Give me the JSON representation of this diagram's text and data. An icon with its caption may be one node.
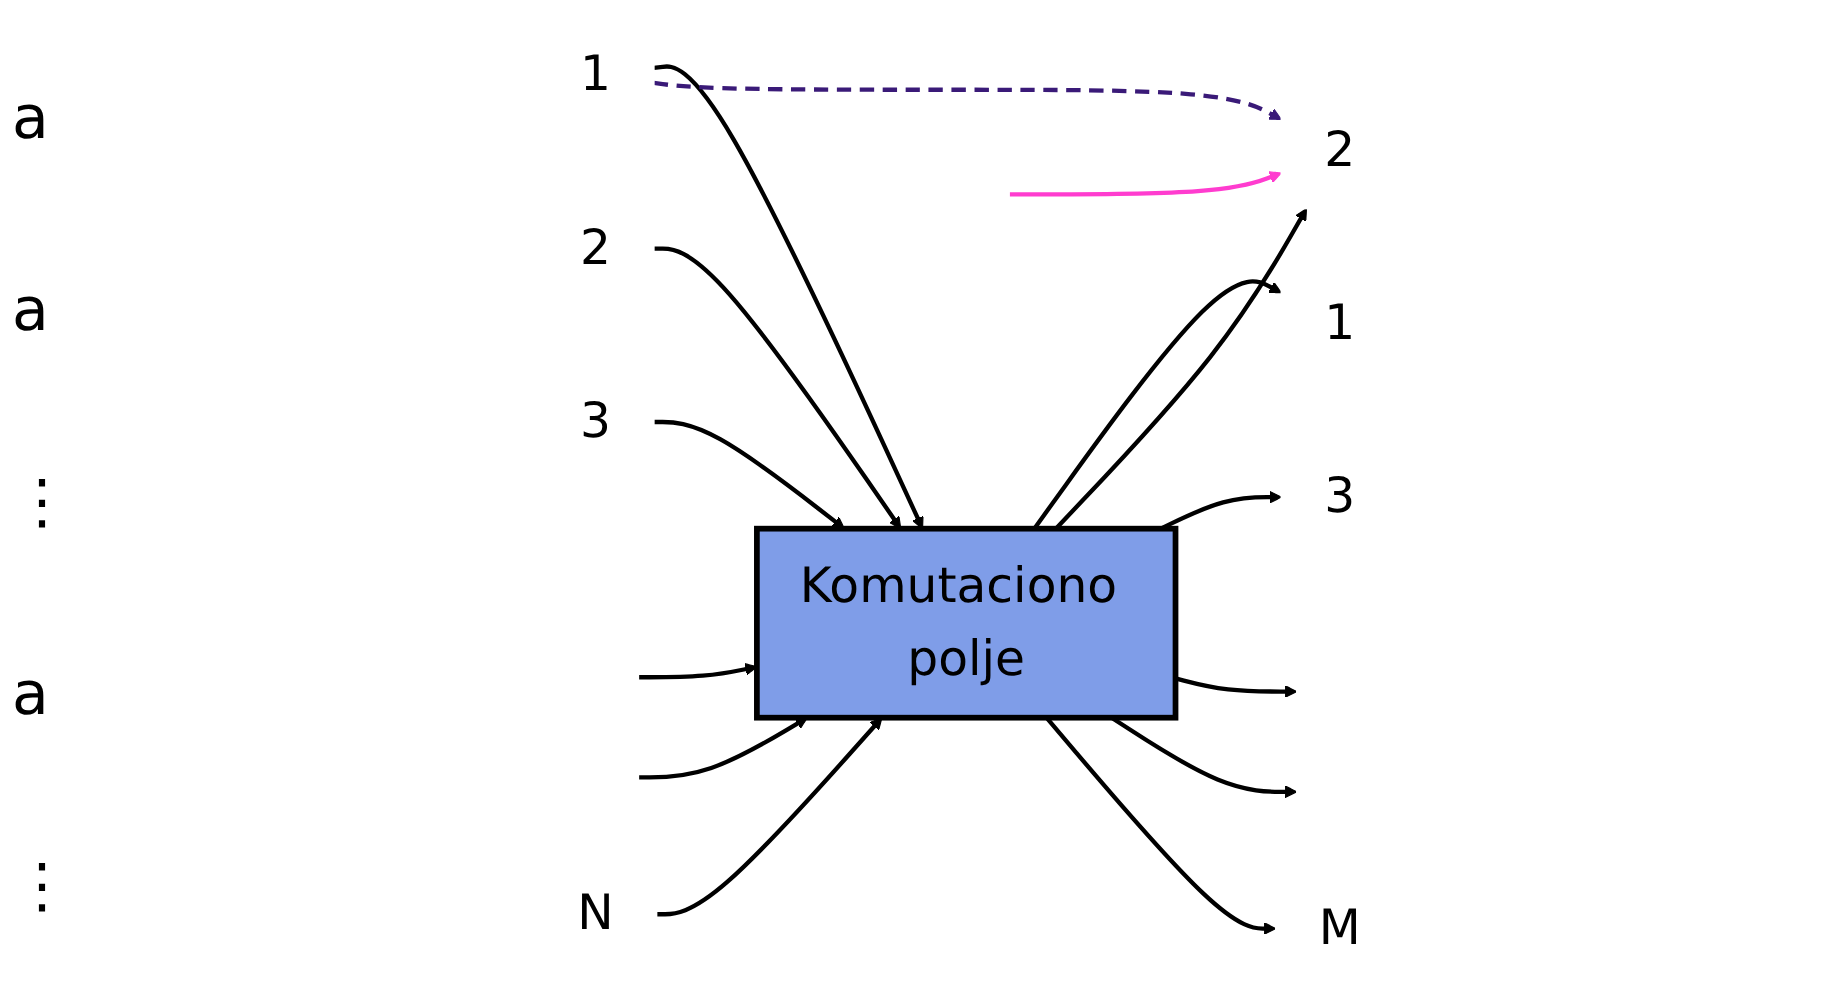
{
  "diagram": {
    "nodes": [
      {
        "text": [
          "1"
        ]
      },
      {
        "text": [
          "2"
        ]
      },
      {
        "text": [
          "3"
        ]
      },
      {
        "text": [
          "N"
        ]
      },
      {
        "text": [
          "Komutaciono polje"
        ]
      },
      {
        "text": [
          "1"
        ]
      },
      {
        "text": [
          "2"
        ]
      },
      {
        "text": [
          "3"
        ]
      },
      {
        "text": [
          "M"
        ]
      }
    ],
    "edges": [
      {
        "from": 0,
        "to": 4,
        "arrow": "to"
      },
      {
        "from": 1,
        "to": 4,
        "arrow": "to"
      },
      {
        "from": 2,
        "to": 4,
        "arrow": "to"
      },
      {
        "from": null,
        "to": 4,
        "arrow": "to"
      },
      {
        "from": null,
        "to": 4,
        "arrow": "to"
      },
      {
        "from": 3,
        "to": 4,
        "arrow": "to"
      },
      {
        "from": 4,
        "to": 5,
        "arrow": "to"
      },
      {
        "from": 4,
        "to": 6,
        "arrow": "to"
      },
      {
        "from": 4,
        "to": 7,
        "arrow": "to"
      },
      {
        "from": 4,
        "to": null,
        "arrow": "to"
      },
      {
        "from": 4,
        "to": null,
        "arrow": "to"
      },
      {
        "from": 4,
        "to": 8,
        "arrow": "to"
      },
      {
        "from": 0,
        "to": 6,
        "arrow": "to",
        "style": "dashed",
        "color": "#3a1a78"
      },
      {
        "from": null,
        "to": 6,
        "arrow": "to",
        "color": "#ff3ccf"
      }
    ],
    "labels": [
      "a",
      "a",
      "⋮",
      "a",
      "⋮"
    ]
  }
}
